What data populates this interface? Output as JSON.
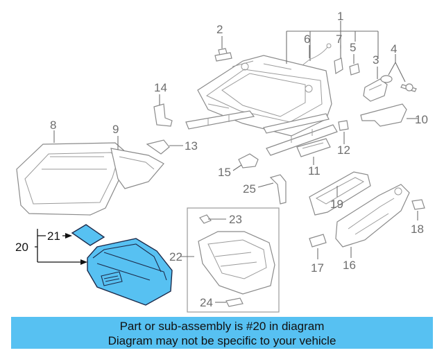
{
  "callouts": {
    "c1": "1",
    "c2": "2",
    "c3": "3",
    "c4": "4",
    "c5": "5",
    "c6": "6",
    "c7": "7",
    "c8": "8",
    "c9": "9",
    "c10": "10",
    "c11": "11",
    "c12": "12",
    "c13": "13",
    "c14": "14",
    "c15": "15",
    "c16": "16",
    "c17": "17",
    "c18": "18",
    "c19": "19",
    "c20": "20",
    "c21": "21",
    "c22": "22",
    "c23": "23",
    "c24": "24",
    "c25": "25"
  },
  "highlight": {
    "part_number": "20",
    "fill_color": "#57c1f2",
    "stroke_color": "#1c2a4a"
  },
  "footer": {
    "line1": "Part or sub-assembly is #20 in diagram",
    "line2": "Diagram may not be specific to your vehicle",
    "background": "#57c1f2"
  }
}
